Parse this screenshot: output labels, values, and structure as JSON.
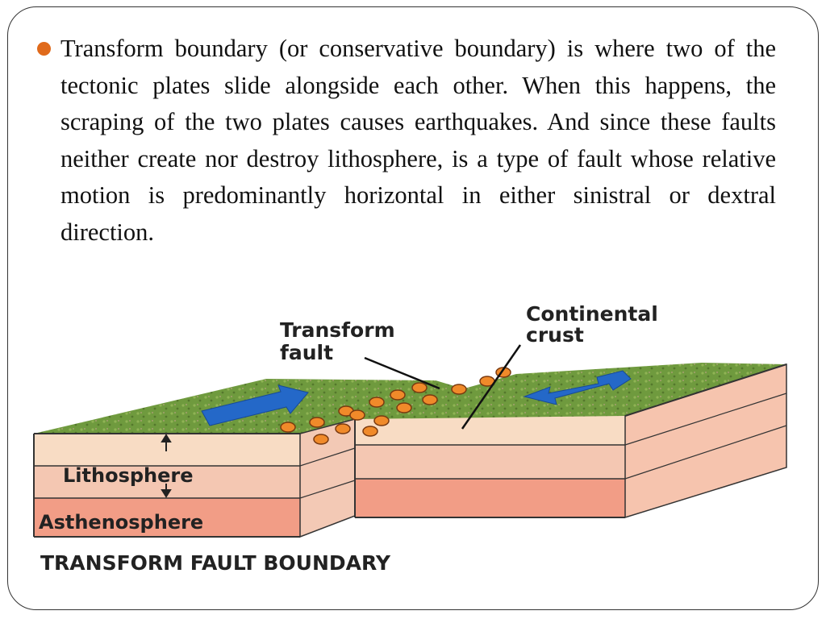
{
  "slide": {
    "bullet_text": "Transform boundary (or conservative boundary) is where two of the tectonic plates slide alongside each other. When this happens, the scraping of the two plates causes earthquakes. And since these faults neither create nor destroy lithosphere, is a type of fault whose relative motion is predominantly horizontal in either sinistral or dextral direction."
  },
  "diagram": {
    "label_transform_fault_line1": "Transform",
    "label_transform_fault_line2": "fault",
    "label_continental_line1": "Continental",
    "label_continental_line2": "crust",
    "label_lithosphere": "Lithosphere",
    "label_asthenosphere": "Asthenosphere",
    "caption": "TRANSFORM FAULT BOUNDARY",
    "colors": {
      "surface": "#6f9a3e",
      "crust": "#f8dcc4",
      "lithosphere": "#f4c7b2",
      "asthenosphere": "#f29d86",
      "arrow": "#2468c8",
      "earthquake": "#f08a2a",
      "bullet": "#e06a1b"
    }
  }
}
